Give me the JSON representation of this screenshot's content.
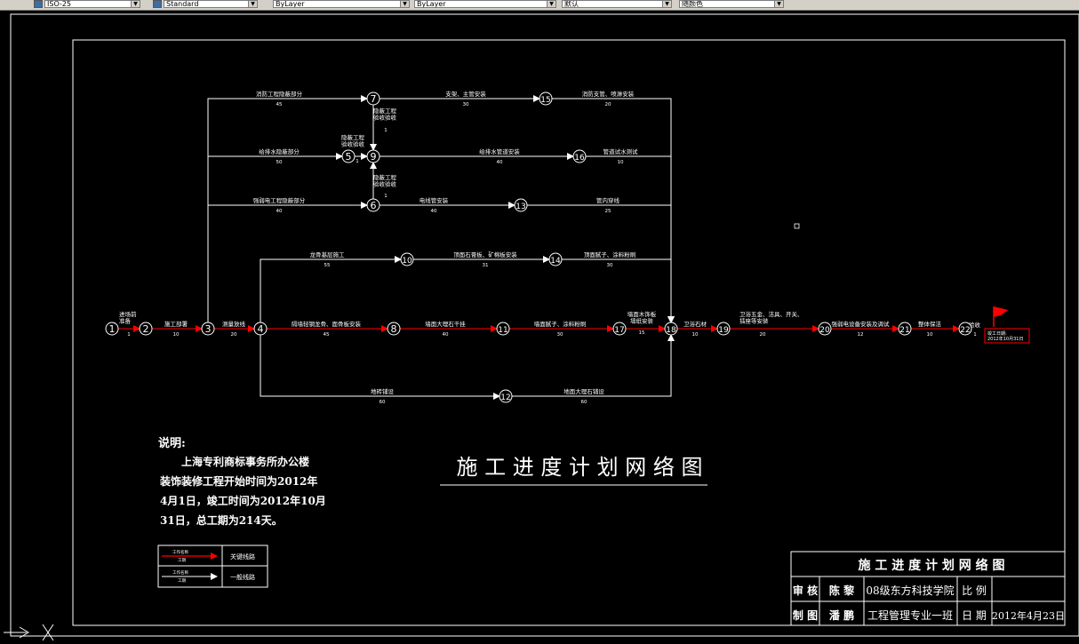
{
  "toolbar": {
    "combo1": "ISO-25",
    "combo2": "Standard",
    "combo3": "ByLayer",
    "combo4": "ByLayer",
    "combo5": "默认",
    "combo6": "随颜色"
  },
  "nodes": [
    "1",
    "2",
    "3",
    "4",
    "5",
    "6",
    "7",
    "8",
    "9",
    "10",
    "11",
    "12",
    "13",
    "14",
    "15",
    "16",
    "17",
    "18",
    "19",
    "20",
    "21",
    "22"
  ],
  "activities": [
    {
      "id": "a1_2",
      "name": "进场前\n准备",
      "dur": "1"
    },
    {
      "id": "a2_3",
      "name": "施工部署",
      "dur": "10"
    },
    {
      "id": "a3_4",
      "name": "测量放线",
      "dur": "20"
    },
    {
      "id": "a3_7",
      "name": "消防工程隐蔽部分",
      "dur": "45"
    },
    {
      "id": "a3_5",
      "name": "给排水隐蔽部分",
      "dur": "50"
    },
    {
      "id": "a3_6",
      "name": "强弱电工程隐蔽部分",
      "dur": "40"
    },
    {
      "id": "a7_15",
      "name": "支架、主管安装",
      "dur": "30"
    },
    {
      "id": "a15_18",
      "name": "消防支管、喷淋安装",
      "dur": "20"
    },
    {
      "id": "a7_9",
      "name": "隐蔽工程\n验收验收",
      "dur": "1"
    },
    {
      "id": "a5_9",
      "name": "隐蔽工程\n验收验收",
      "dur": "1"
    },
    {
      "id": "a9_16",
      "name": "给排水管道安装",
      "dur": "40"
    },
    {
      "id": "a16_18",
      "name": "管道试水测试",
      "dur": "10"
    },
    {
      "id": "a6_9",
      "name": "隐蔽工程\n验收验收",
      "dur": "1"
    },
    {
      "id": "a6_13",
      "name": "电线管安装",
      "dur": "40"
    },
    {
      "id": "a13_18",
      "name": "管内穿线",
      "dur": "25"
    },
    {
      "id": "a4_10",
      "name": "龙骨基层施工",
      "dur": "55"
    },
    {
      "id": "a10_14",
      "name": "顶面石膏板、矿棉板安装",
      "dur": "31"
    },
    {
      "id": "a14_18",
      "name": "顶面腻子、涂料粉刷",
      "dur": "30"
    },
    {
      "id": "a4_8",
      "name": "隔墙轻钢龙骨、面骨板安装",
      "dur": "45"
    },
    {
      "id": "a8_11",
      "name": "墙面大理石干挂",
      "dur": "40"
    },
    {
      "id": "a11_17",
      "name": "墙面腻子、涂料粉刷",
      "dur": "30"
    },
    {
      "id": "a17_18",
      "name": "墙面木饰板\n墙纸安装",
      "dur": "15"
    },
    {
      "id": "a4_12",
      "name": "地砖铺设",
      "dur": "60"
    },
    {
      "id": "a12_18",
      "name": "地面大理石铺设",
      "dur": "60"
    },
    {
      "id": "a18_19",
      "name": "卫浴石材",
      "dur": "10"
    },
    {
      "id": "a19_20",
      "name": "卫浴五金、洁具、开关、\n插座等安装",
      "dur": "20"
    },
    {
      "id": "a20_21",
      "name": "强弱电设备安装及调试",
      "dur": "12"
    },
    {
      "id": "a21_22",
      "name": "整体保洁",
      "dur": "10"
    },
    {
      "id": "a22_end",
      "name": "验收",
      "dur": "1"
    }
  ],
  "flag_label": "竣工日期:\n2012年10月31日",
  "main_title": "施 工 进 度 计 划 网 络 图",
  "notes": {
    "heading": "说明:",
    "lines": [
      "上海专利商标事务所办公楼",
      "装饰装修工程开始时间为2012年",
      "4月1日，竣工时间为2012年10月",
      "31日，总工期为214天。"
    ]
  },
  "legend": [
    {
      "label": "关键线路",
      "arrow_top": "工作名称",
      "arrow_bottom": "工期",
      "color": "#ff0000"
    },
    {
      "label": "一般线路",
      "arrow_top": "工作名称",
      "arrow_bottom": "工期",
      "color": "#ffffff"
    }
  ],
  "title_block": {
    "title": "施 工 进 度 计 划 网 络 图",
    "review_label": "审 核",
    "review_name": "陈 黎",
    "school": "08级东方科技学院",
    "scale_label": "比 例",
    "scale_value": "",
    "drawn_label": "制 图",
    "drawn_name": "潘 鹏",
    "major": "工程管理专业一班",
    "date_label": "日 期",
    "date_value": "2012年4月23日"
  },
  "colors": {
    "critical": "#ff0000",
    "normal": "#ffffff",
    "background": "#000000"
  }
}
